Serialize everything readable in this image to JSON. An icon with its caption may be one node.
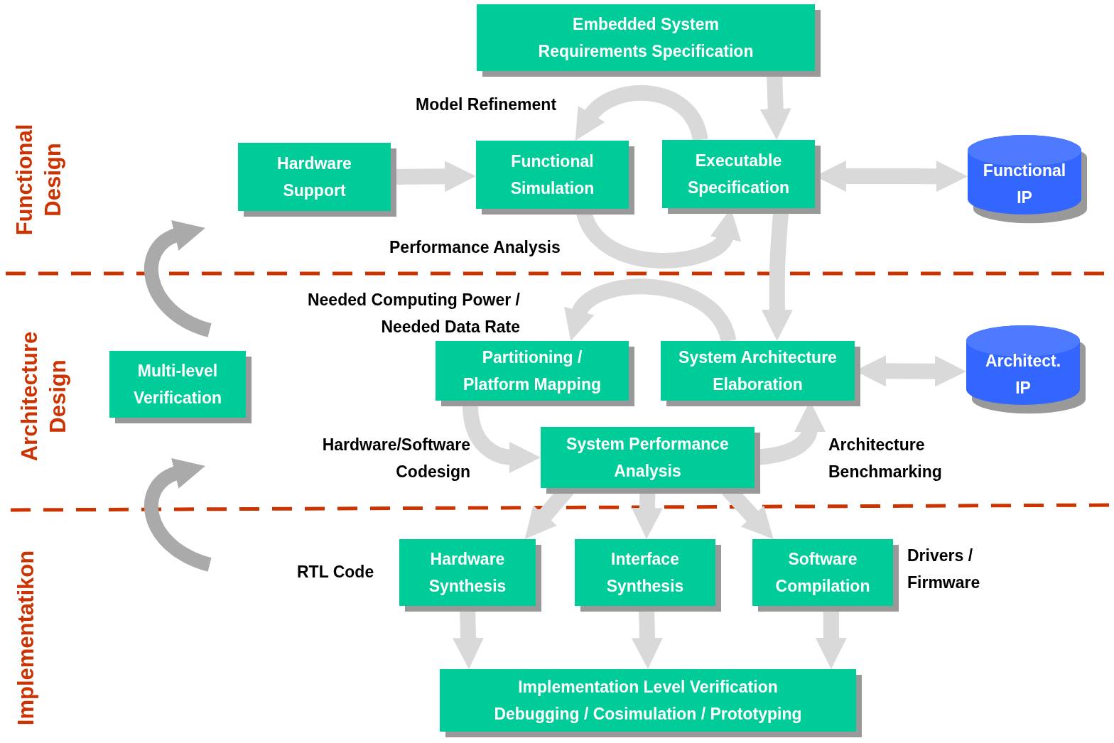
{
  "diagram": {
    "nodes": [
      {
        "text": [
          "Embedded System Requirements Specification"
        ]
      },
      {
        "text": [
          "Hardware Support"
        ]
      },
      {
        "text": [
          "Functional Simulation"
        ]
      },
      {
        "text": [
          "Executable Specification"
        ]
      },
      {
        "text": [
          "Functional IP"
        ]
      },
      {
        "text": [
          "Multi-level Verification"
        ]
      },
      {
        "text": [
          "Partitioning / Platform Mapping"
        ]
      },
      {
        "text": [
          "System Architecture Elaboration"
        ]
      },
      {
        "text": [
          "Architect. IP"
        ]
      },
      {
        "text": [
          "System Performance Analysis"
        ]
      },
      {
        "text": [
          "Hardware Synthesis"
        ],
        "beside": [
          "RTL Code"
        ]
      },
      {
        "text": [
          "Interface Synthesis"
        ]
      },
      {
        "text": [
          "Software Compilation"
        ],
        "beside": [
          "Drivers / Firmware"
        ]
      },
      {
        "text": [
          "Implementation Level Verification",
          "Debugging / Cosimulation / Prototyping"
        ]
      }
    ],
    "edges": [
      {
        "from": 0,
        "to": 3,
        "arrow": "to"
      },
      {
        "from": 1,
        "to": 2,
        "arrow": "to"
      },
      {
        "from": 3,
        "to": 2,
        "arrow": "to",
        "label": "Model Refinement"
      },
      {
        "from": 2,
        "to": 3,
        "arrow": "to",
        "label": "Performance Analysis"
      },
      {
        "from": 3,
        "to": 4,
        "arrow": "both"
      },
      {
        "from": 3,
        "to": 7,
        "arrow": "to"
      },
      {
        "from": 7,
        "to": 6,
        "arrow": "to",
        "label": "Needed Computing Power / Needed Data Rate"
      },
      {
        "from": 7,
        "to": 8,
        "arrow": "both"
      },
      {
        "from": 6,
        "to": 9,
        "arrow": "to",
        "label": "Hardware/Software Codesign"
      },
      {
        "from": 9,
        "to": 7,
        "arrow": "to",
        "label": "Architecture Benchmarking"
      },
      {
        "from": 9,
        "to": 10,
        "arrow": "to"
      },
      {
        "from": 9,
        "to": 11,
        "arrow": "to"
      },
      {
        "from": 9,
        "to": 12,
        "arrow": "to"
      },
      {
        "from": 10,
        "to": 13,
        "arrow": "to"
      },
      {
        "from": 11,
        "to": 13,
        "arrow": "to"
      },
      {
        "from": 12,
        "to": 13,
        "arrow": "to"
      }
    ],
    "labels": [
      "Functional Design",
      "Architecture Design",
      "Implementatikon"
    ]
  }
}
